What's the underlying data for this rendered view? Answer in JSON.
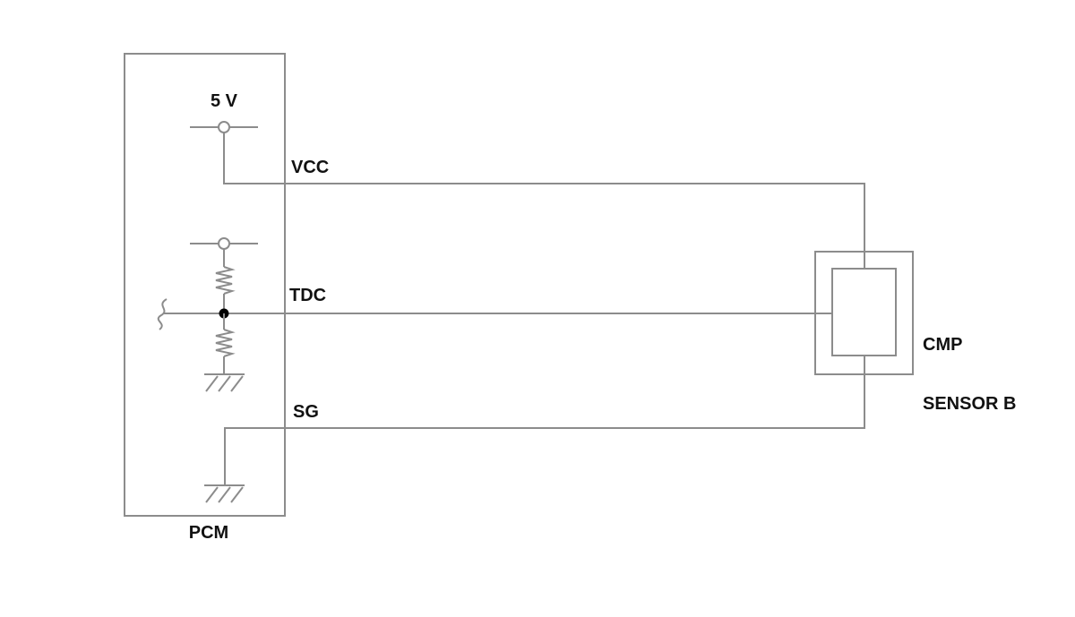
{
  "diagram": {
    "title_context": "PCM to CMP SENSOR B wiring schematic",
    "labels": {
      "supply_voltage": "5 V",
      "vcc": "VCC",
      "tdc": "TDC",
      "sg": "SG",
      "pcm": "PCM",
      "sensor_line1": "CMP",
      "sensor_line2": "SENSOR B"
    },
    "components": [
      {
        "name": "PCM",
        "type": "control-module"
      },
      {
        "name": "CMP SENSOR B",
        "type": "sensor"
      }
    ],
    "signals": [
      "VCC",
      "TDC",
      "SG"
    ],
    "colors": {
      "wire": "#8c8c8c",
      "text": "#111111",
      "junction_dot": "#000000",
      "background": "#ffffff"
    }
  }
}
